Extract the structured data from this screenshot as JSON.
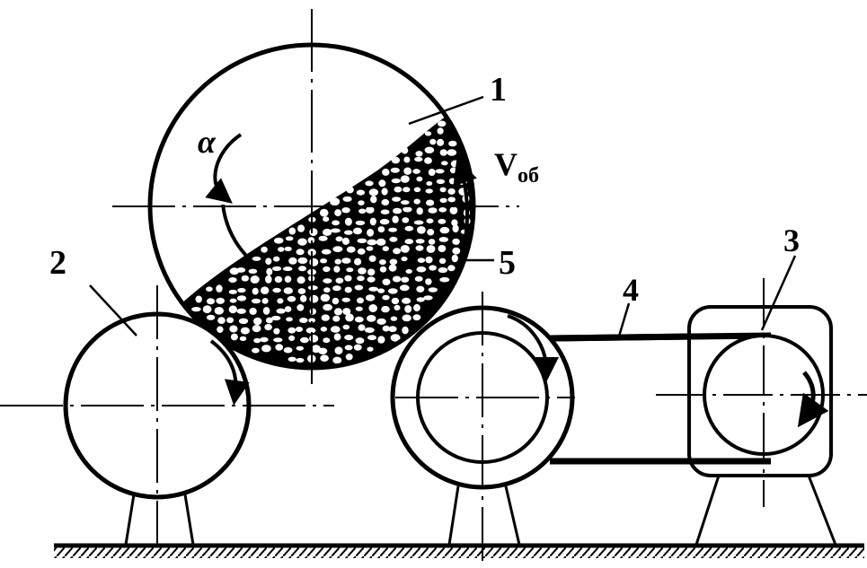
{
  "diagram": {
    "labels": {
      "drum": "1",
      "support_roller": "2",
      "motor": "3",
      "belt": "4",
      "media_charge": "5",
      "angle": "α",
      "velocity_main": "V",
      "velocity_sub": "об"
    },
    "colors": {
      "ink": "#000000",
      "paper": "#ffffff"
    },
    "components": [
      "drum",
      "support-roller",
      "drive-roller",
      "belt",
      "motor",
      "ground"
    ]
  }
}
